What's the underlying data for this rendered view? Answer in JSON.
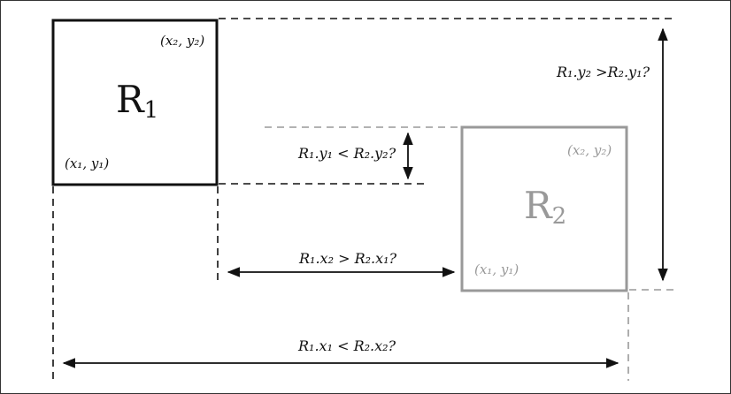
{
  "rect1": {
    "name": "R",
    "sub": "1",
    "color": "#111111",
    "top_corner": "(x₂, y₂)",
    "bottom_corner": "(x₁, y₁)"
  },
  "rect2": {
    "name": "R",
    "sub": "2",
    "color": "#999999",
    "top_corner": "(x₂, y₂)",
    "bottom_corner": "(x₁, y₁)"
  },
  "conditions": {
    "y2_gt_y1": "R₁.y₂ >R₂.y₁?",
    "y1_lt_y2": "R₁.y₁ < R₂.y₂?",
    "x2_gt_x1": "R₁.x₂ > R₂.x₁?",
    "x1_lt_x2": "R₁.x₁ < R₂.x₂?"
  }
}
